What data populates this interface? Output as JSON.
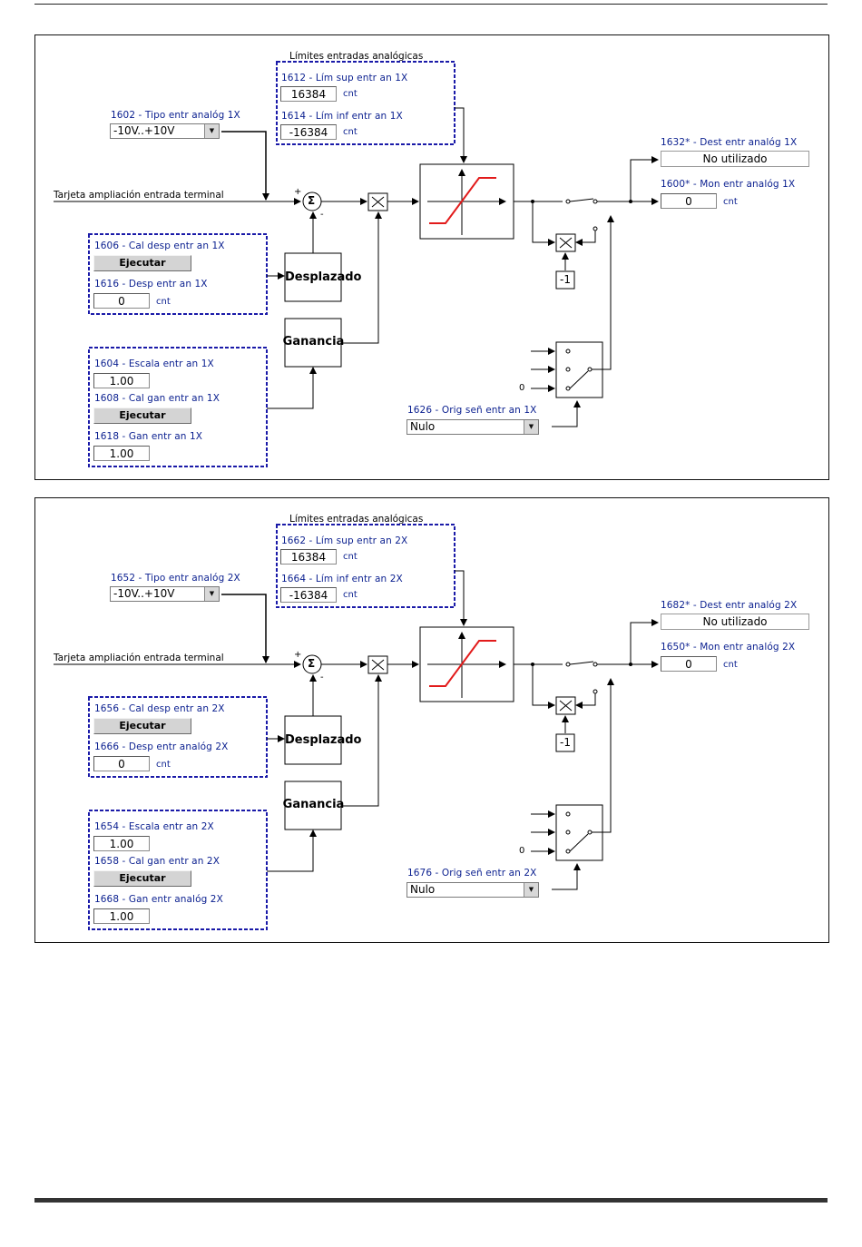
{
  "panels": [
    {
      "limits_title": "Límites entradas analógicas",
      "upper_limit_label": "1612 - Lím sup entr an 1X",
      "upper_limit_value": "16384",
      "lower_limit_label": "1614 - Lím inf entr an 1X",
      "lower_limit_value": "-16384",
      "unit": "cnt",
      "type_label": "1602 - Tipo entr analóg 1X",
      "type_value": "-10V..+10V",
      "input_label": "Tarjeta ampliación entrada terminal",
      "offset_cal_label": "1606 - Cal desp entr an 1X",
      "execute_label": "Ejecutar",
      "offset_label": "1616 - Desp entr an 1X",
      "offset_value": "0",
      "scale_label": "1604 - Escala entr an 1X",
      "scale_value": "1.00",
      "gain_cal_label": "1608 - Cal gan entr an 1X",
      "gain_label": "1618 - Gan entr an 1X",
      "gain_value": "1.00",
      "offset_block": "Desplazado",
      "gain_block": "Ganancia",
      "dest_label": "1632* - Dest entr analóg 1X",
      "dest_value": "No utilizado",
      "mon_label": "1600* - Mon entr analóg 1X",
      "mon_value": "0",
      "neg_one": "-1",
      "zero": "0",
      "plus": "+",
      "minus": "-",
      "sigma": "Σ",
      "source_label": "1626 - Orig señ entr an 1X",
      "source_value": "Nulo"
    },
    {
      "limits_title": "Límites entradas analógicas",
      "upper_limit_label": "1662 - Lím sup entr an 2X",
      "upper_limit_value": "16384",
      "lower_limit_label": "1664 - Lím inf entr an 2X",
      "lower_limit_value": "-16384",
      "unit": "cnt",
      "type_label": "1652 - Tipo entr analóg 2X",
      "type_value": "-10V..+10V",
      "input_label": "Tarjeta ampliación entrada terminal",
      "offset_cal_label": "1656 - Cal desp entr an 2X",
      "execute_label": "Ejecutar",
      "offset_label": "1666 - Desp entr analóg 2X",
      "offset_value": "0",
      "scale_label": "1654 - Escala entr an 2X",
      "scale_value": "1.00",
      "gain_cal_label": "1658 - Cal gan entr an 2X",
      "gain_label": "1668 - Gan entr analóg 2X",
      "gain_value": "1.00",
      "offset_block": "Desplazado",
      "gain_block": "Ganancia",
      "dest_label": "1682* - Dest entr analóg 2X",
      "dest_value": "No utilizado",
      "mon_label": "1650* - Mon entr analóg 2X",
      "mon_value": "0",
      "neg_one": "-1",
      "zero": "0",
      "plus": "+",
      "minus": "-",
      "sigma": "Σ",
      "source_label": "1676 - Orig señ entr an 2X",
      "source_value": "Nulo"
    }
  ],
  "colors": {
    "param_text": "#0a1f8f",
    "dashed_box": "#1a1aa8",
    "curve": "#e21b1b",
    "line": "#000000"
  }
}
